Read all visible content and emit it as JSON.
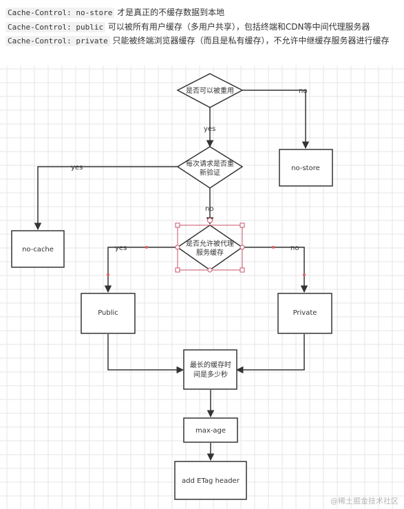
{
  "intro": [
    {
      "code": "Cache-Control: no-store",
      "text": "才是真正的不缓存数据到本地"
    },
    {
      "code": "Cache-Control: public",
      "text": "可以被所有用户缓存（多用户共享），包括终端和CDN等中间代理服务器"
    },
    {
      "code": "Cache-Control: private",
      "text": "只能被终端浏览器缓存（而且是私有缓存），不允许中继缓存服务器进行缓存"
    }
  ],
  "diagram": {
    "nodes": {
      "reuse": [
        "是否可以被重用"
      ],
      "revalidate": [
        "每次请求是否重",
        "新验证"
      ],
      "proxy": [
        "是否允许被代理",
        "服务缓存"
      ],
      "no_store": [
        "no-store"
      ],
      "no_cache": [
        "no-cache"
      ],
      "public": [
        "Public"
      ],
      "private": [
        "Private"
      ],
      "max_time": [
        "最长的缓存时",
        "间是多少秒"
      ],
      "max_age": [
        "max-age"
      ],
      "etag": [
        "add ETag header"
      ]
    },
    "edge_labels": {
      "reuse_no": "no",
      "reuse_yes": "yes",
      "revalidate_yes": "yes",
      "revalidate_no": "no",
      "proxy_yes": "yes",
      "proxy_no": "no"
    }
  },
  "watermark": "@稀土掘金技术社区"
}
